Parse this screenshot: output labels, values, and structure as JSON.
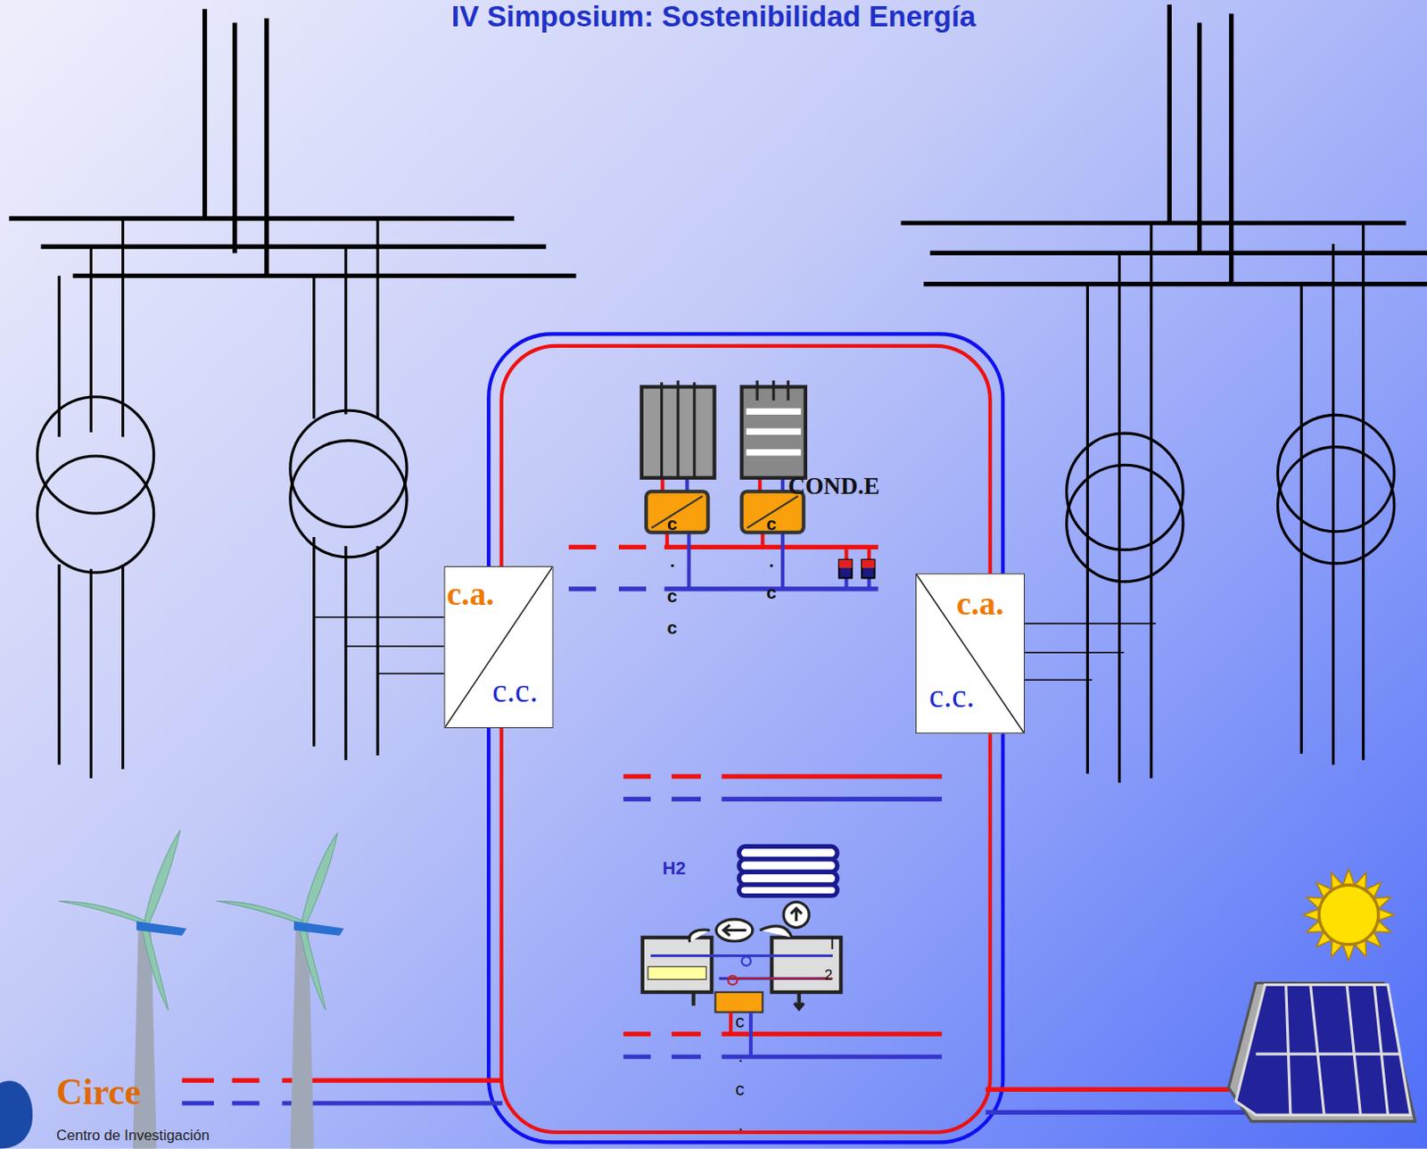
{
  "diagram": {
    "title": "IV Simposium: Sostenibilidad Energía",
    "nodes": [
      {
        "text": [
          "c.a.",
          "c.c."
        ]
      },
      {
        "text": [
          "c.a.",
          "c.c."
        ]
      }
    ],
    "labels": [
      "c",
      ".",
      "c",
      "c",
      "c",
      ".",
      "c",
      "COND.E",
      "H2",
      "I",
      "2",
      "c",
      ".",
      "c",
      ".",
      "Circe",
      "Centro de Investigación"
    ]
  }
}
